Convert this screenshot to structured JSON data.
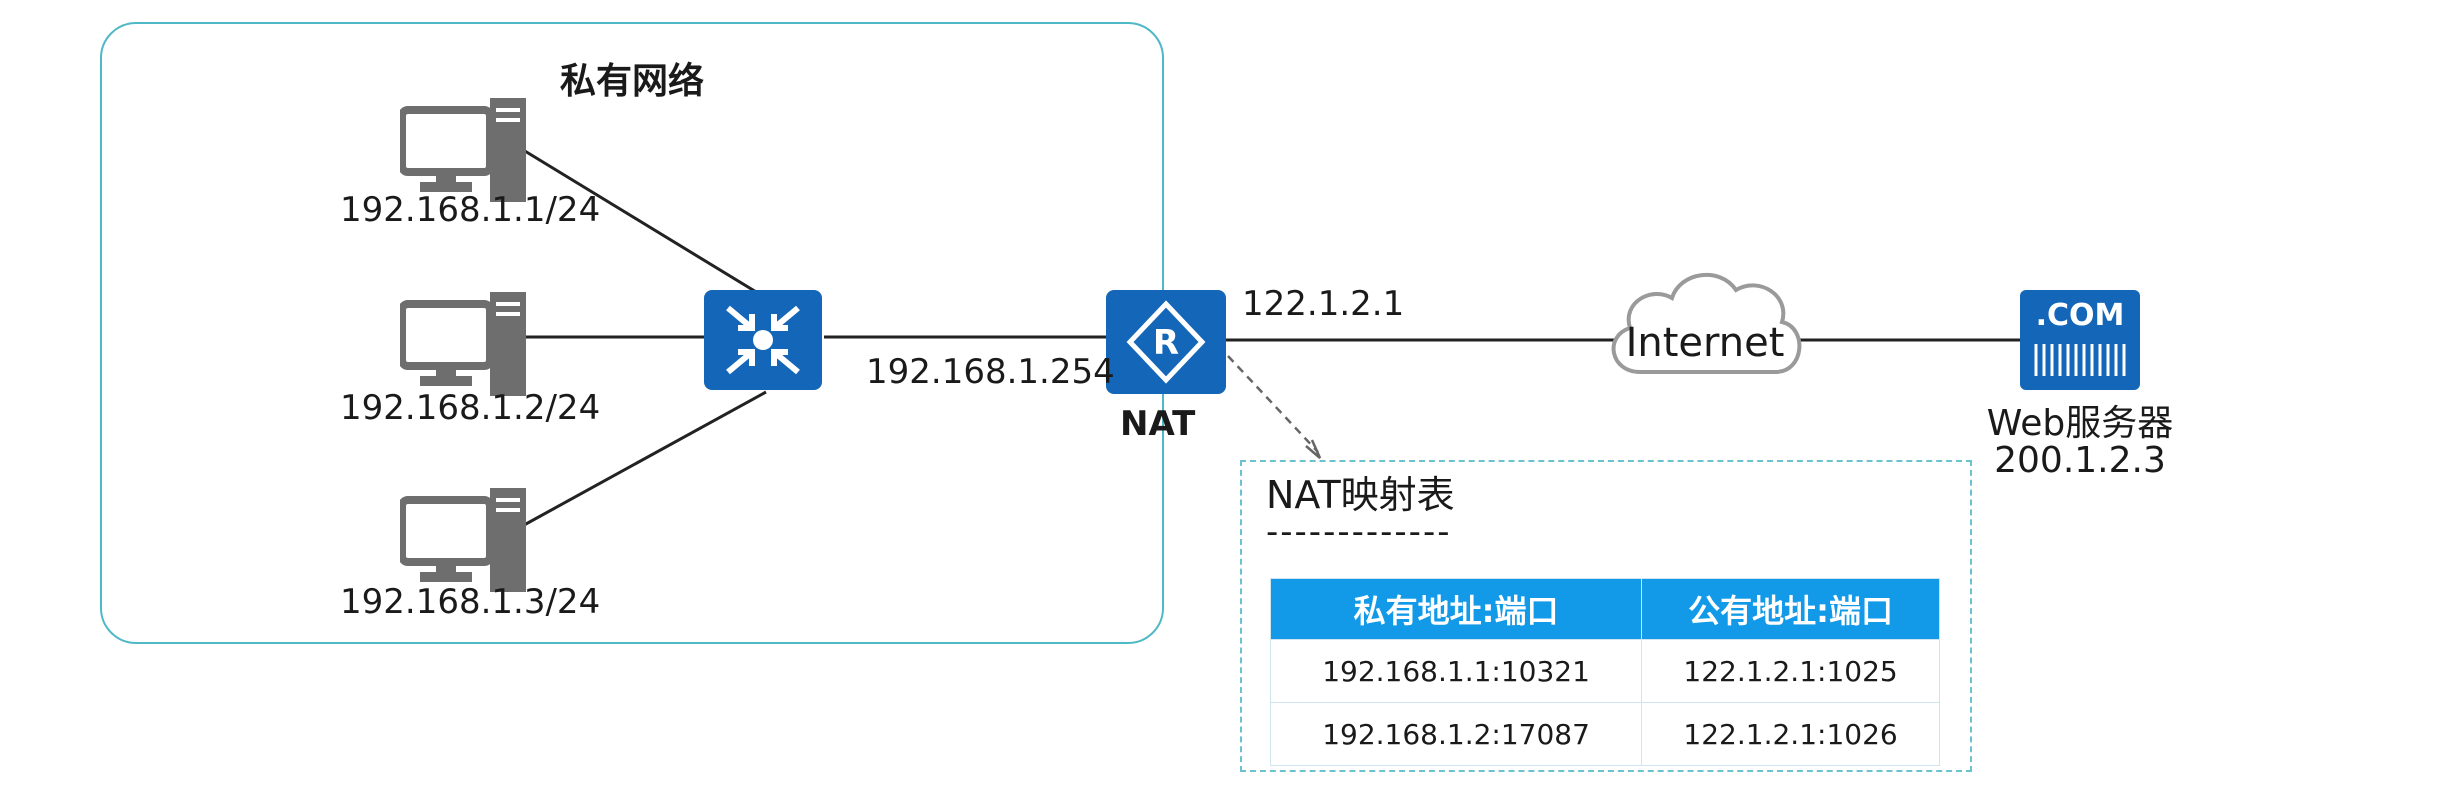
{
  "private_network": {
    "title": "私有网络",
    "hosts": [
      {
        "ip": "192.168.1.1/24"
      },
      {
        "ip": "192.168.1.2/24"
      },
      {
        "ip": "192.168.1.3/24"
      }
    ]
  },
  "switch": {
    "icon": "switch-icon"
  },
  "router": {
    "icon": "router-icon",
    "letter": "R",
    "inside_ip": "192.168.1.254",
    "outside_ip": "122.1.2.1",
    "label": "NAT"
  },
  "cloud": {
    "label": "Internet"
  },
  "web_server": {
    "badge": ".COM",
    "name": "Web服务器",
    "ip": "200.1.2.3"
  },
  "nat_table": {
    "title": "NAT映射表",
    "separator": "-------------",
    "headers": [
      "私有地址:端口",
      "公有地址:端口"
    ],
    "rows": [
      [
        "192.168.1.1:10321",
        "122.1.2.1:1025"
      ],
      [
        "192.168.1.2:17087",
        "122.1.2.1:1026"
      ]
    ]
  },
  "colors": {
    "accent": "#1366b8",
    "header": "#1299e8",
    "border": "#4fb8c6"
  }
}
